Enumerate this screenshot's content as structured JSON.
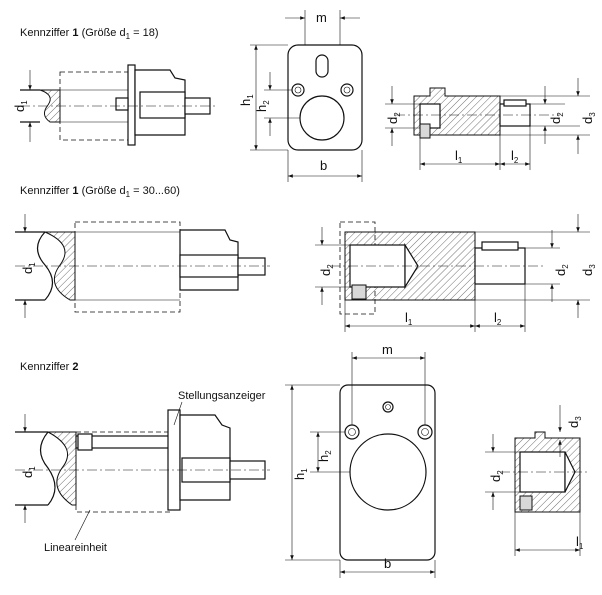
{
  "sections": [
    {
      "title_prefix": "Kennziffer ",
      "title_num": "1",
      "title_rest_a": " (Größe d",
      "title_sub": "1",
      "title_rest_b": " = 18)"
    },
    {
      "title_prefix": "Kennziffer ",
      "title_num": "1",
      "title_rest_a": " (Größe d",
      "title_sub": "1",
      "title_rest_b": " = 30...60)"
    },
    {
      "title_prefix": "Kennziffer ",
      "title_num": "2"
    }
  ],
  "callouts": {
    "position_indicator": "Stellungsanzeiger",
    "linear_unit": "Lineareinheit"
  },
  "dims": {
    "d": "d",
    "h": "h",
    "l": "l",
    "m": "m",
    "b": "b",
    "s1": "1",
    "s2": "2",
    "s3": "3"
  }
}
